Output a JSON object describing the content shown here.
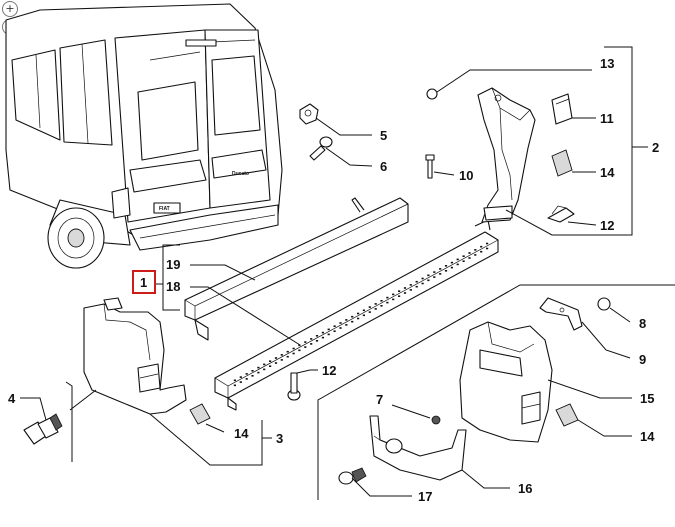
{
  "callouts": {
    "c1": "1",
    "c2": "2",
    "c3": "3",
    "c4": "4",
    "c5": "5",
    "c6": "6",
    "c7": "7",
    "c8": "8",
    "c9": "9",
    "c10": "10",
    "c11": "11",
    "c12a": "12",
    "c12b": "12",
    "c13": "13",
    "c14a": "14",
    "c14b": "14",
    "c14c": "14",
    "c15": "15",
    "c16": "16",
    "c17": "17",
    "c18": "18",
    "c19": "19"
  },
  "vehicle_badges": {
    "brand": "FIAT",
    "model": "Ducato"
  },
  "controls": {
    "zoom_in": "+",
    "zoom_out": "−"
  },
  "highlight_color": "#d11a1a"
}
